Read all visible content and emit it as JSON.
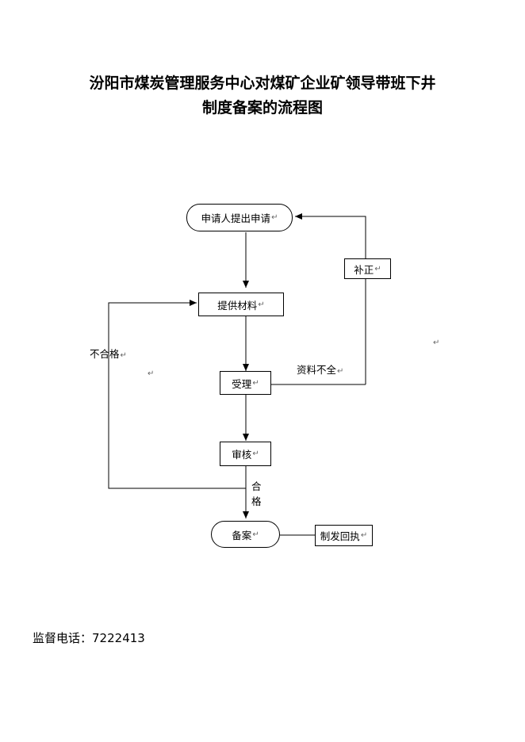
{
  "title": {
    "line1": "汾阳市煤炭管理服务中心对煤矿企业矿领导带班下井",
    "line2": "制度备案的流程图"
  },
  "nodes": {
    "apply": "申请人提出申请",
    "provide": "提供材料",
    "accept": "受理",
    "review": "审核",
    "record": "备案",
    "supplement": "补正",
    "issue": "制发回执"
  },
  "edge_labels": {
    "unqualified": "不合格",
    "incomplete": "资料不全",
    "qualified_1": "合",
    "qualified_2": "格"
  },
  "paragraph_mark": "↵",
  "footer": {
    "label": "监督电话：",
    "phone": "7222413"
  }
}
